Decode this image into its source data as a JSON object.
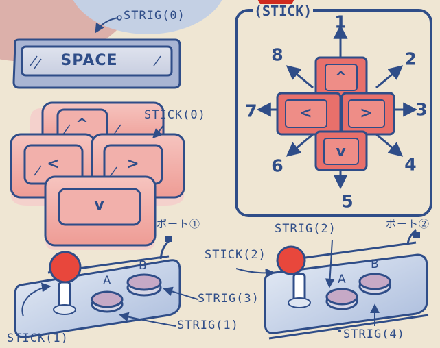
{
  "colors": {
    "ink": "#2f4d88",
    "key_red": "#e8706b",
    "key_pink": "#f2b0ab",
    "paper": "#efe6d3",
    "pad_blue": "#bccbe5",
    "knob_red": "#e8473c",
    "disc_purple": "#c6a9c6",
    "dot_red": "#d02a1e"
  },
  "keyboard": {
    "space_key_label": "SPACE",
    "space_callout": "STRIG(0)",
    "arrow_keys_callout": "STICK(0)",
    "arrow_glyphs": {
      "up": "^",
      "left": "<",
      "right": ">",
      "down": "v"
    }
  },
  "stick_panel": {
    "title": "STICK",
    "arrow_glyphs": {
      "up": "^",
      "left": "<",
      "right": ">",
      "down": "v"
    },
    "directions": {
      "n": "1",
      "ne": "2",
      "e": "3",
      "se": "4",
      "s": "5",
      "sw": "6",
      "w": "7",
      "nw": "8"
    }
  },
  "joystick_1": {
    "port_label": "ポート①",
    "button_a": "A",
    "button_b": "B",
    "stick_callout": "STICK(1)",
    "trigger_a_callout": "STRIG(1)",
    "trigger_b_callout": "STRIG(3)"
  },
  "joystick_2": {
    "port_label": "ポート②",
    "button_a": "A",
    "button_b": "B",
    "stick_callout": "STICK(2)",
    "trigger_a_callout": "STRIG(2)",
    "trigger_b_callout": "STRIG(4)"
  }
}
